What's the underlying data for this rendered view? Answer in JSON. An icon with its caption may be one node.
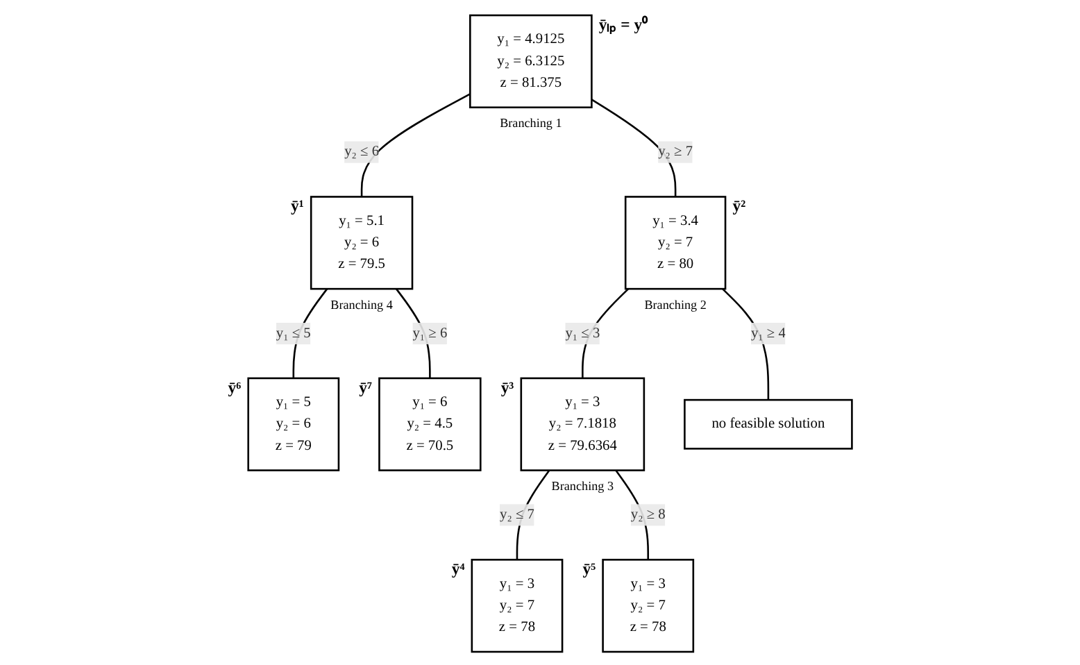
{
  "diagram": {
    "nodes": [
      {
        "text": [
          "y₁ = 4.9125",
          "y₂ = 6.3125",
          "z = 81.375"
        ],
        "beside": [
          "ȳₗₚ = y⁰",
          "Branching 1"
        ]
      },
      {
        "text": [
          "y₁ = 5.1",
          "y₂ = 6",
          "z = 79.5"
        ],
        "beside": [
          "ȳ¹",
          "Branching 4"
        ]
      },
      {
        "text": [
          "y₁ = 3.4",
          "y₂ = 7",
          "z = 80"
        ],
        "beside": [
          "ȳ²",
          "Branching 2"
        ]
      },
      {
        "text": [
          "y₁ = 5",
          "y₂ = 6",
          "z = 79"
        ],
        "beside": [
          "ȳ⁶"
        ]
      },
      {
        "text": [
          "y₁ = 6",
          "y₂ = 4.5",
          "z = 70.5"
        ],
        "beside": [
          "ȳ⁷"
        ]
      },
      {
        "text": [
          "y₁ = 3",
          "y₂ = 7.1818",
          "z = 79.6364"
        ],
        "beside": [
          "ȳ³",
          "Branching 3"
        ]
      },
      {
        "text": [
          "no feasible solution"
        ]
      },
      {
        "text": [
          "y₁ = 3",
          "y₂ = 7",
          "z = 78"
        ],
        "beside": [
          "ȳ⁴"
        ]
      },
      {
        "text": [
          "y₁ = 3",
          "y₂ = 7",
          "z = 78"
        ],
        "beside": [
          "ȳ⁵"
        ]
      }
    ],
    "edges": [
      {
        "from": 0,
        "to": 1,
        "arrow": "none",
        "label": "y₂ ≤ 6"
      },
      {
        "from": 0,
        "to": 2,
        "arrow": "none",
        "label": "y₂ ≥ 7"
      },
      {
        "from": 1,
        "to": 3,
        "arrow": "none",
        "label": "y₁ ≤ 5"
      },
      {
        "from": 1,
        "to": 4,
        "arrow": "none",
        "label": "y₁ ≥ 6"
      },
      {
        "from": 2,
        "to": 5,
        "arrow": "none",
        "label": "y₁ ≤ 3"
      },
      {
        "from": 2,
        "to": 6,
        "arrow": "none",
        "label": "y₁ ≥ 4"
      },
      {
        "from": 5,
        "to": 7,
        "arrow": "none",
        "label": "y₂ ≤ 7"
      },
      {
        "from": 5,
        "to": 8,
        "arrow": "none",
        "label": "y₂ ≥ 8"
      }
    ]
  }
}
